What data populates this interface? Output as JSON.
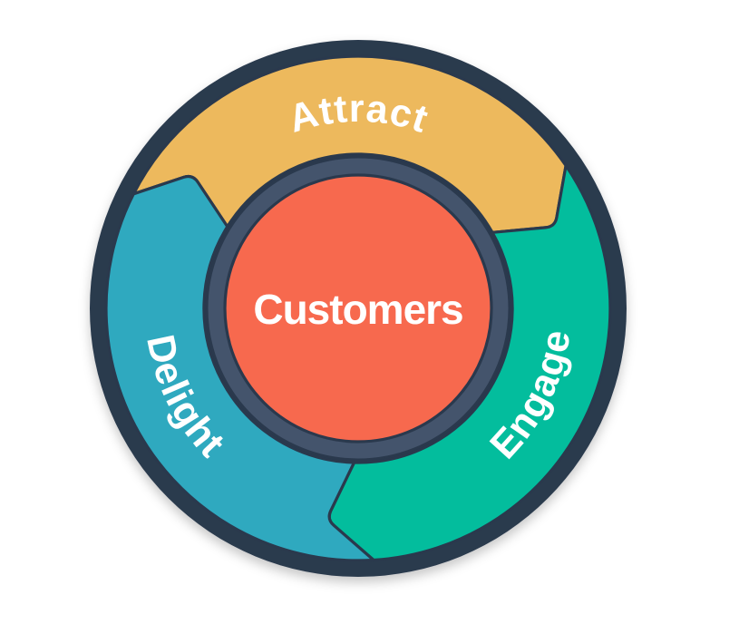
{
  "diagram": {
    "type": "flywheel",
    "center": {
      "label": "Customers",
      "fill": "#f7694e"
    },
    "segments": [
      {
        "id": "attract",
        "label": "Attract",
        "fill": "#edb95d"
      },
      {
        "id": "engage",
        "label": "Engage",
        "fill": "#03bd9d"
      },
      {
        "id": "delight",
        "label": "Delight",
        "fill": "#2fa9bf"
      }
    ],
    "rings": {
      "outer_fill": "#2b3a4e",
      "inner_fill": "#44546c"
    },
    "label_color": "#ffffff"
  }
}
